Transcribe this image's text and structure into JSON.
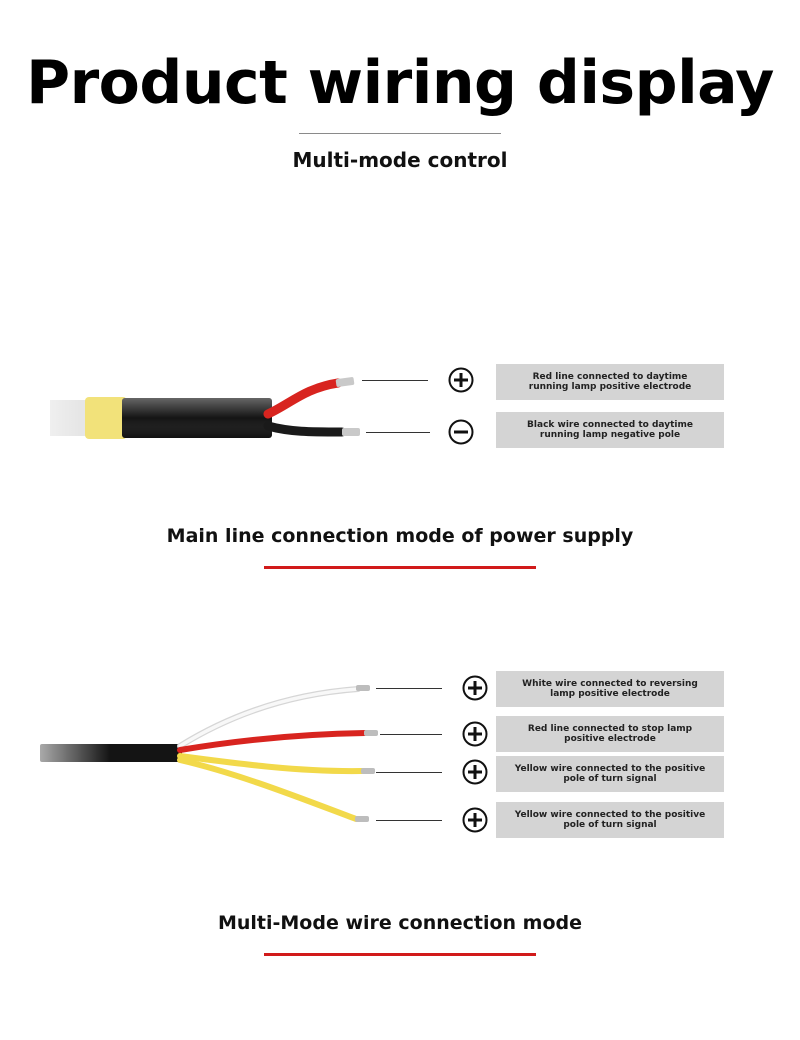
{
  "header": {
    "title": "Product wiring display",
    "subtitle": "Multi-mode control"
  },
  "section_power": {
    "caption": "Main line connection mode of power supply",
    "connections": [
      {
        "polarity": "plus-icon",
        "label": "Red line connected to daytime running lamp positive electrode"
      },
      {
        "polarity": "minus-icon",
        "label": "Black wire connected to daytime running lamp negative pole"
      }
    ],
    "wire_colors": {
      "red": "#d8241f",
      "black": "#141414",
      "sleeve": "#f2e27a"
    }
  },
  "section_multi": {
    "caption": "Multi-Mode wire connection mode",
    "connections": [
      {
        "polarity": "plus-icon",
        "label": "White wire connected to reversing lamp positive electrode"
      },
      {
        "polarity": "plus-icon",
        "label": "Red line connected to stop lamp positive electrode"
      },
      {
        "polarity": "plus-icon",
        "label": "Yellow wire connected to the positive pole of turn signal"
      },
      {
        "polarity": "plus-icon",
        "label": "Yellow wire connected to the positive pole of turn signal"
      }
    ],
    "wire_colors": {
      "white": "#f4f4f4",
      "red": "#d8241f",
      "yellow": "#f2d94a",
      "black": "#141414"
    }
  },
  "accent": {
    "rule_red": "#d11a1a",
    "label_bg": "#d4d4d4"
  }
}
